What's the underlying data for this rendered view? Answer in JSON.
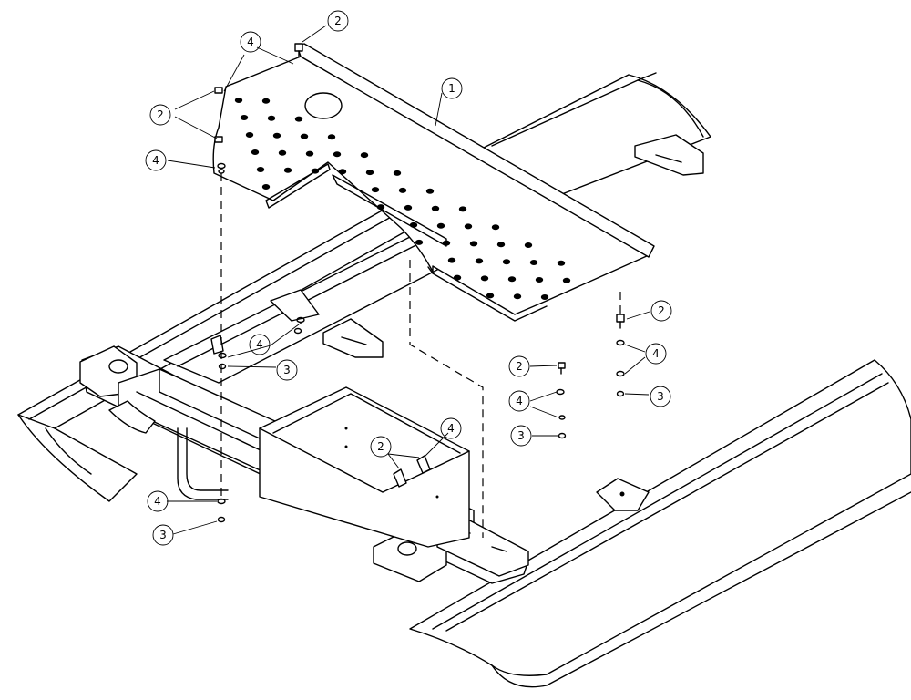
{
  "drawing": {
    "callouts": [
      {
        "id": "c1",
        "label": "1"
      },
      {
        "id": "c2a",
        "label": "2"
      },
      {
        "id": "c2b",
        "label": "2"
      },
      {
        "id": "c2c",
        "label": "2"
      },
      {
        "id": "c2d",
        "label": "2"
      },
      {
        "id": "c2e",
        "label": "2"
      },
      {
        "id": "c3a",
        "label": "3"
      },
      {
        "id": "c3b",
        "label": "3"
      },
      {
        "id": "c3c",
        "label": "3"
      },
      {
        "id": "c3d",
        "label": "3"
      },
      {
        "id": "c4a",
        "label": "4"
      },
      {
        "id": "c4b",
        "label": "4"
      },
      {
        "id": "c4c",
        "label": "4"
      },
      {
        "id": "c4d",
        "label": "4"
      },
      {
        "id": "c4e",
        "label": "4"
      },
      {
        "id": "c4f",
        "label": "4"
      },
      {
        "id": "c4g",
        "label": "4"
      }
    ]
  },
  "colors": {
    "line": "#000000",
    "background": "#ffffff"
  }
}
